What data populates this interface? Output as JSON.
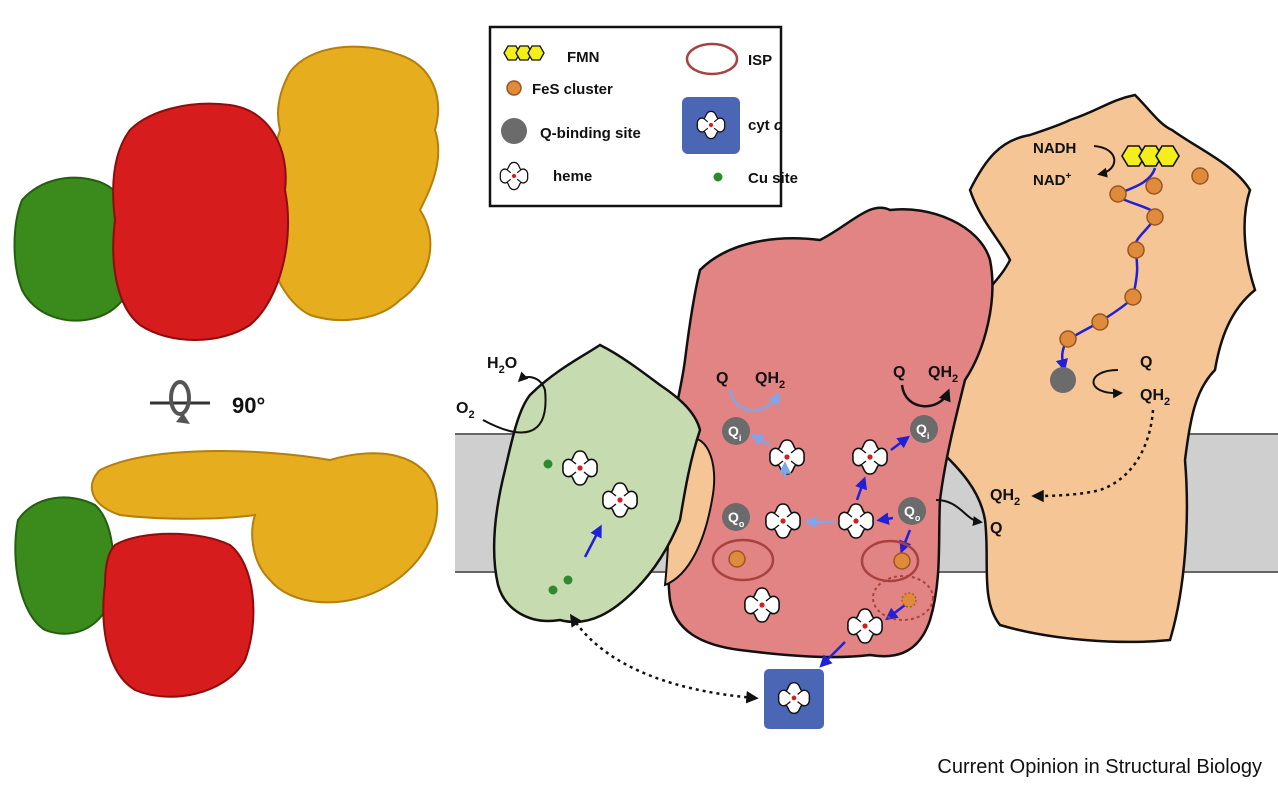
{
  "rotation_label": "90°",
  "legend": {
    "items": [
      {
        "symbol": "FMN",
        "label": "FMN"
      },
      {
        "symbol": "fes-cluster",
        "label": "FeS cluster"
      },
      {
        "symbol": "q-binding-site",
        "label": "Q-binding site"
      },
      {
        "symbol": "heme",
        "label": "heme"
      },
      {
        "symbol": "isp",
        "label": "ISP"
      },
      {
        "symbol": "cyt-c",
        "label": "cyt",
        "label_italic": "c"
      },
      {
        "symbol": "cu-site",
        "label": "Cu site"
      }
    ]
  },
  "diagram_labels": {
    "nadh": "NADH",
    "nad": "NAD",
    "nad_sup": "+",
    "ci_q": "Q",
    "ci_qh2": "QH",
    "qh2_sub": "2",
    "mem_qh2": "QH",
    "mem_q": "Q",
    "ciii_q_left": "Q",
    "ciii_qh2_left": "QH",
    "ciii_q_right": "Q",
    "ciii_qh2_right": "QH",
    "qi_left": "Q",
    "qi_right": "Q",
    "qi_sub": "i",
    "qo_left": "Q",
    "qo_right": "Q",
    "qo_sub": "o",
    "h2o_h": "H",
    "h2o_2": "2",
    "h2o_o": "O",
    "o2_o": "O",
    "o2_2": "2"
  },
  "colors": {
    "complex_i": "#f5c595",
    "complex_iii": "#e38484",
    "complex_iv": "#c7dbb1",
    "membrane": "#cfcfcf",
    "fes": "#e08a3c",
    "fmn": "#f4ef1a",
    "q_site": "#6b6b6b",
    "cyt_c": "#4a66b5",
    "isp": "#a8423f",
    "electron_path": "#2020d6",
    "light_path": "#7fa6e8",
    "cu": "#2d8a2d",
    "map_red": "#d61c1c",
    "map_gold": "#e6ae1f",
    "map_green": "#3a8a1c"
  },
  "credit": "Current Opinion in Structural Biology"
}
